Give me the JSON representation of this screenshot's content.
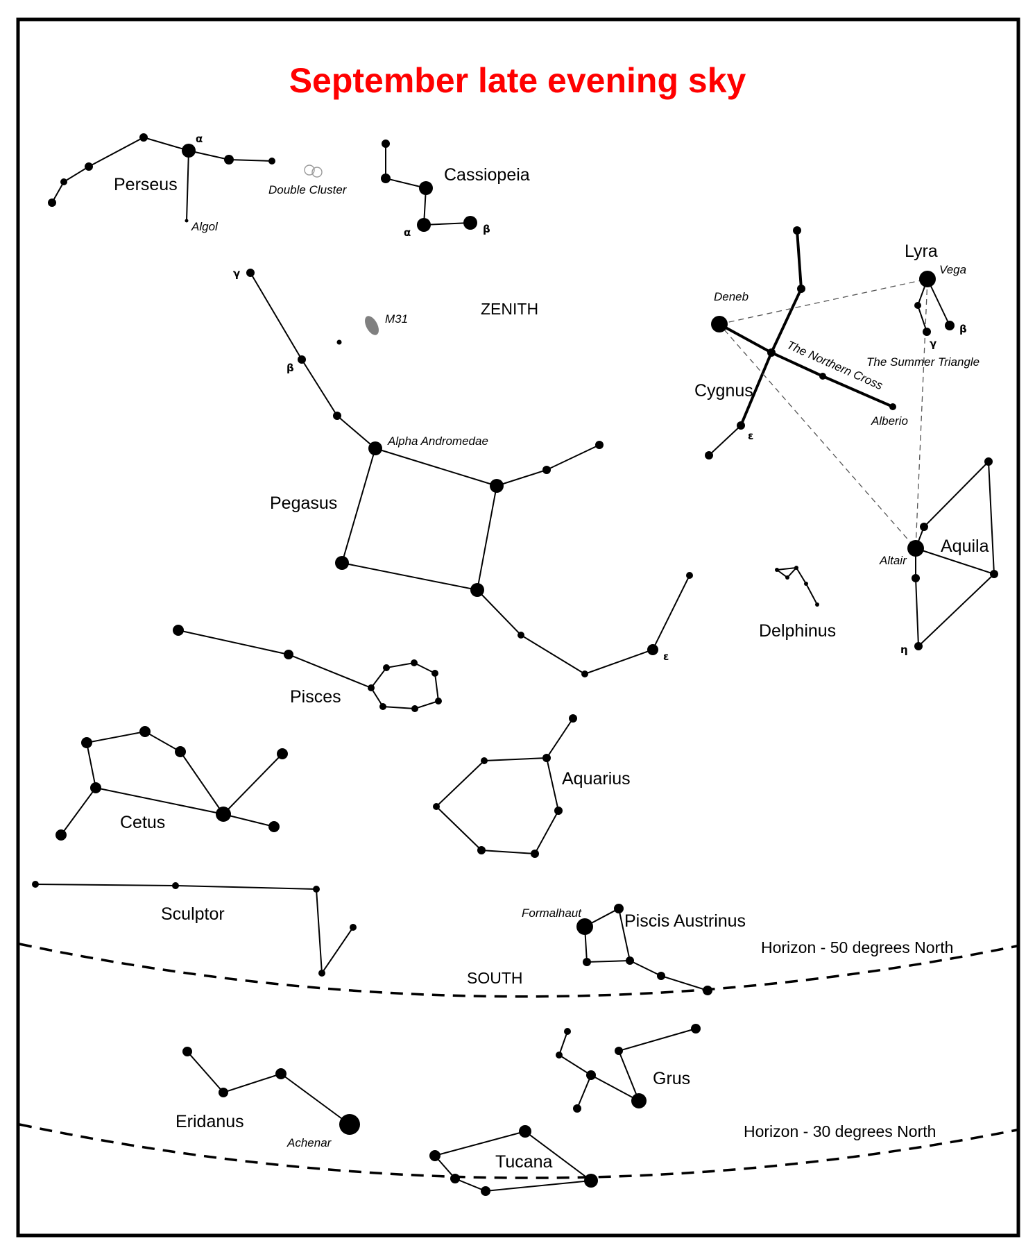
{
  "title": "September late evening sky",
  "title_color": "#ff0000",
  "labels": {
    "zenith": "ZENITH",
    "south": "SOUTH",
    "horizon_50": "Horizon - 50 degrees North",
    "horizon_30": "Horizon - 30 degrees North",
    "northern_cross": "The Northern Cross",
    "summer_triangle": "The Summer Triangle"
  },
  "constellations": {
    "perseus": "Perseus",
    "cassiopeia": "Cassiopeia",
    "lyra": "Lyra",
    "cygnus": "Cygnus",
    "pegasus": "Pegasus",
    "aquila": "Aquila",
    "delphinus": "Delphinus",
    "pisces": "Pisces",
    "cetus": "Cetus",
    "aquarius": "Aquarius",
    "sculptor": "Sculptor",
    "piscis_austrinus": "Piscis Austrinus",
    "grus": "Grus",
    "eridanus": "Eridanus",
    "tucana": "Tucana"
  },
  "stars": {
    "algol": "Algol",
    "double_cluster": "Double Cluster",
    "m31": "M31",
    "alpha_andromedae": "Alpha Andromedae",
    "deneb": "Deneb",
    "vega": "Vega",
    "alberio": "Alberio",
    "altair": "Altair",
    "formalhaut": "Formalhaut",
    "achenar": "Achenar"
  },
  "greek": {
    "alpha": "α",
    "beta": "β",
    "gamma": "γ",
    "epsilon": "ε",
    "eta": "η"
  },
  "colors": {
    "m31": "#808080",
    "double_cluster": "#999999"
  }
}
